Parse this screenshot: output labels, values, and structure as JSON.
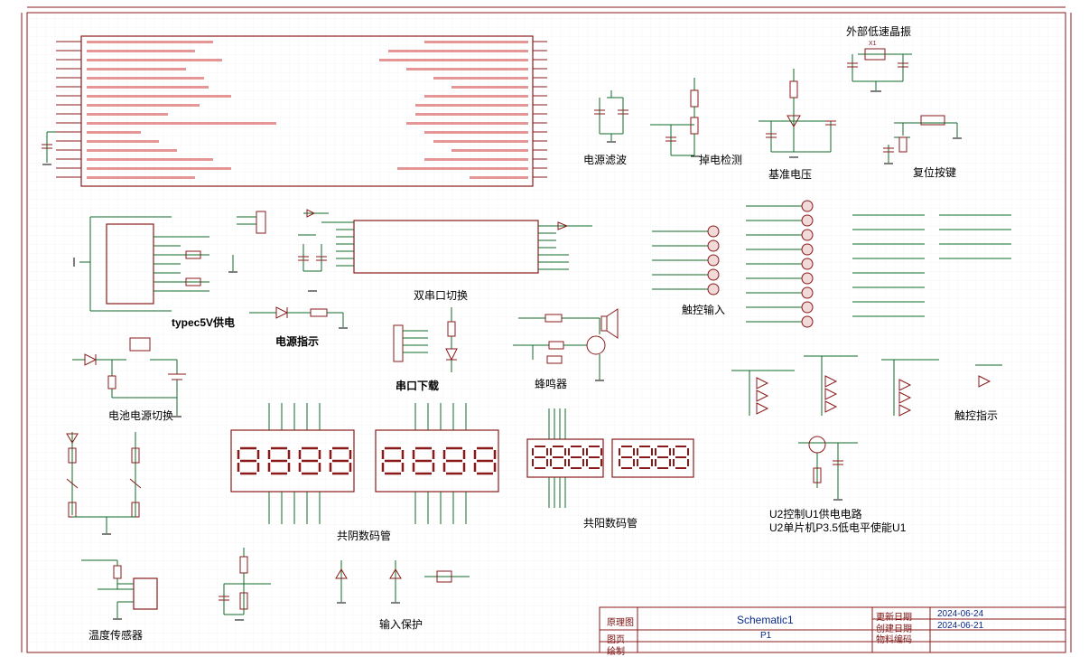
{
  "section_labels": {
    "crystal": "外部低速晶振",
    "power_filter": "电源滤波",
    "power_fail": "掉电检测",
    "reference": "基准电压",
    "reset": "复位按键",
    "typec": "typec5V供电",
    "power_led": "电源指示",
    "dual_uart": "双串口切换",
    "touch_input": "触控输入",
    "uart_download": "串口下载",
    "buzzer": "蜂鸣器",
    "battery": "电池电源切换",
    "touch_indicator": "触控指示",
    "common_cathode": "共阴数码管",
    "common_anode": "共阳数码管",
    "u2_power_line1": "U2控制U1供电电路",
    "u2_power_line2": "U2单片机P3.5低电平使能U1",
    "temp_sensor": "温度传感器",
    "input_protect": "输入保护"
  },
  "title_block": {
    "drawing_label": "原理图",
    "drawing_value": "Schematic1",
    "page_label": "图页",
    "page_value": "P1",
    "drawn_by_label": "绘制",
    "update_date_label": "更新日期",
    "update_date": "2024-06-24",
    "create_date_label": "创建日期",
    "create_date": "2024-06-21",
    "part_code_label": "物料编码"
  },
  "colors": {
    "wire": "#0f6b2a",
    "component": "#8a1a1a",
    "pin_label": "#c03030",
    "frame": "#8a1a1a",
    "grid": "#e8e8e8"
  }
}
